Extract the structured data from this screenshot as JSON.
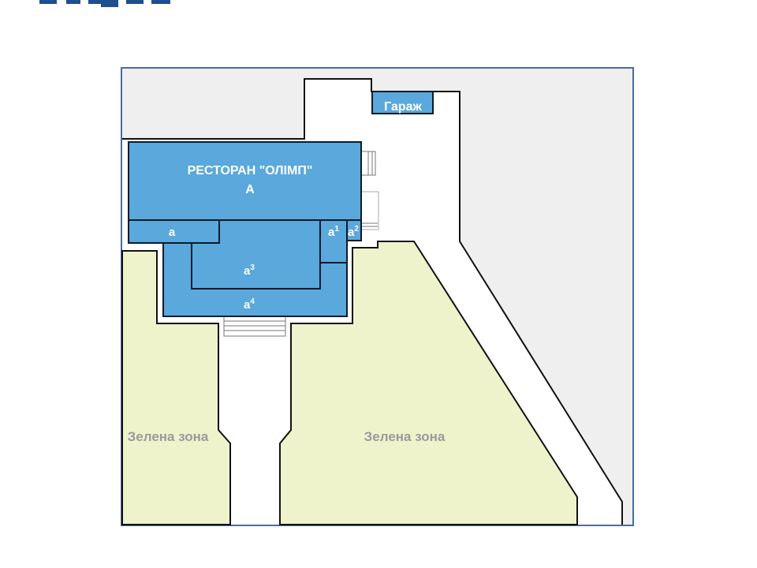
{
  "plan": {
    "colors": {
      "building": "#5aa8dc",
      "green_zone": "#eef3cc",
      "neighbor": "#efefef",
      "road": "#ffffff",
      "frame": "#4a6d99",
      "title": "#1f4f8f"
    },
    "restaurant_name": "РЕСТОРАН \"ОЛІМП\"",
    "main_letter": "А",
    "garage": "Гараж",
    "annex": {
      "base": "а",
      "a1_sup": "1",
      "a2_sup": "2",
      "a3_sup": "3",
      "a4_sup": "4"
    },
    "green_zone_left": "Зелена зона",
    "green_zone_right": "Зелена зона"
  }
}
